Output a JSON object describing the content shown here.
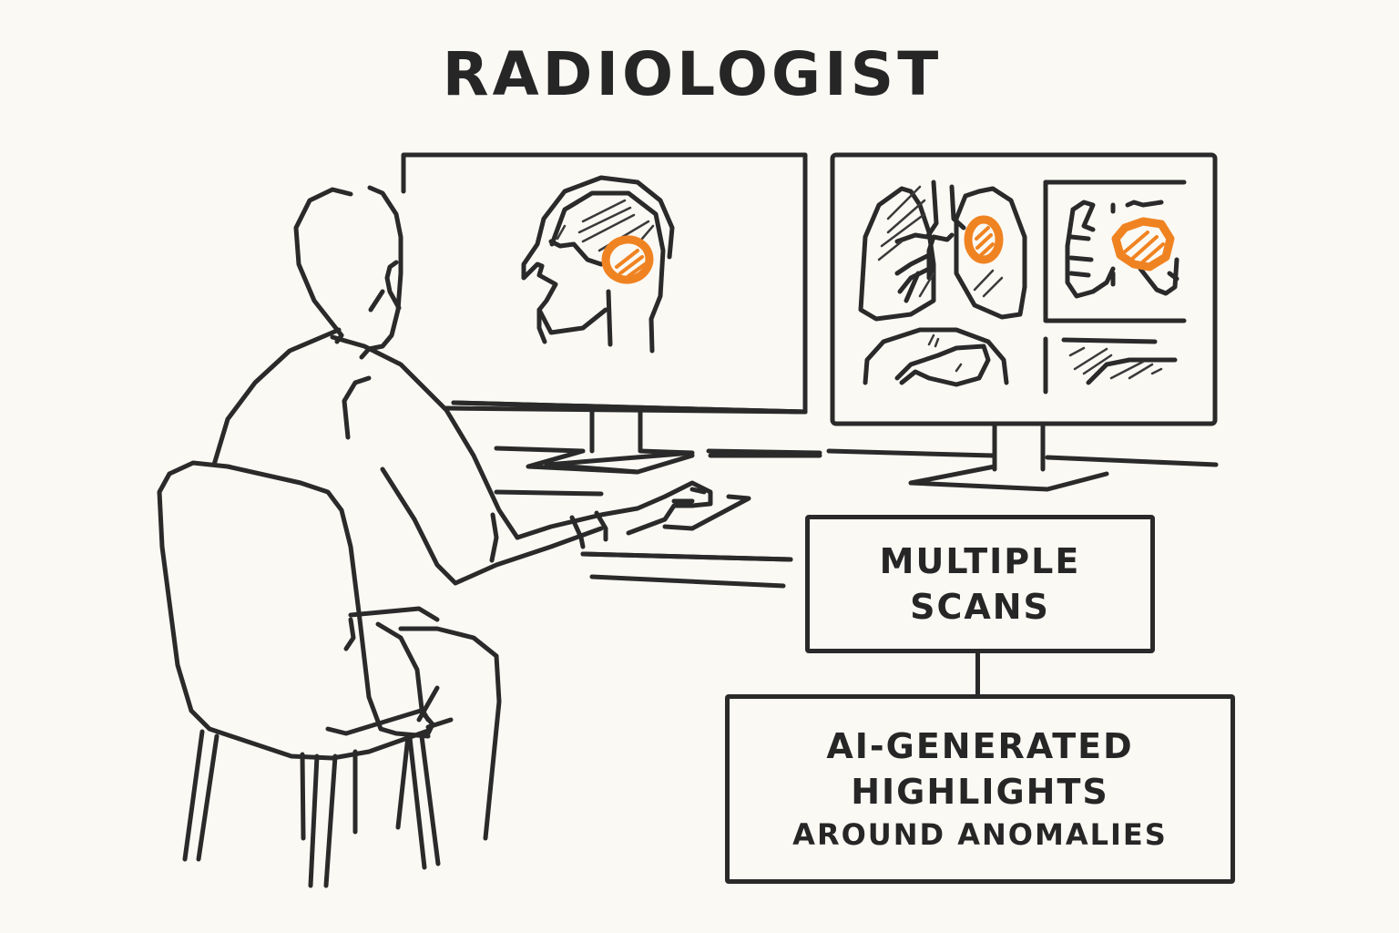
{
  "title": "RADIOLOGIST",
  "boxes": {
    "scans": {
      "lines": [
        "MULTIPLE",
        "SCANS"
      ]
    },
    "ai": {
      "lines": [
        "AI-GENERATED",
        "HIGHLIGHTS",
        "AROUND ANOMALIES"
      ]
    }
  },
  "scene": {
    "left_monitor": {
      "content": "head-profile-scan",
      "highlight": "brain-anomaly"
    },
    "right_monitor": {
      "panels": [
        "lungs-scan",
        "rib-cage-scan",
        "abdomen-scan",
        "tissue-scan"
      ],
      "highlights": [
        "lung-anomaly",
        "chest-anomaly"
      ]
    },
    "figure": "radiologist-seated-at-desk"
  },
  "colors": {
    "background": "#fbf9f4",
    "ink": "#2a2a2a",
    "highlight": "#f08321"
  }
}
